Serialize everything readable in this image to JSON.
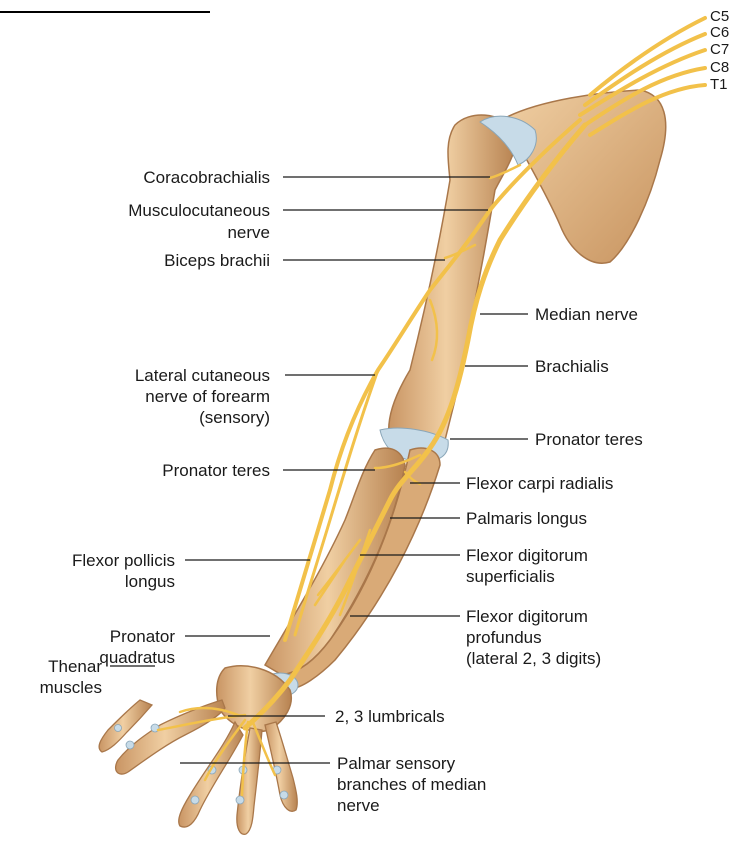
{
  "roots": [
    "C5",
    "C6",
    "C7",
    "C8",
    "T1"
  ],
  "labels": {
    "coracobrachialis": "Coracobrachialis",
    "musculocutaneous_1": "Musculocutaneous",
    "musculocutaneous_2": "nerve",
    "biceps": "Biceps brachii",
    "median": "Median nerve",
    "lateral_1": "Lateral cutaneous",
    "lateral_2": "nerve of forearm",
    "lateral_3": "(sensory)",
    "brachialis": "Brachialis",
    "pronator_teres_right": "Pronator teres",
    "pronator_teres_left": "Pronator teres",
    "flexor_carpi": "Flexor carpi radialis",
    "palmaris": "Palmaris longus",
    "fpl_1": "Flexor pollicis",
    "fpl_2": "longus",
    "fds_1": "Flexor digitorum",
    "fds_2": "superficialis",
    "pq_1": "Pronator",
    "pq_2": "quadratus",
    "fdp_1": "Flexor digitorum",
    "fdp_2": "profundus",
    "fdp_3": "(lateral 2, 3 digits)",
    "thenar_1": "Thenar",
    "thenar_2": "muscles",
    "lumbricals": "2, 3 lumbricals",
    "palmar_1": "Palmar sensory",
    "palmar_2": "branches of median",
    "palmar_3": "nerve"
  },
  "colors": {
    "nerve": "#f2c14a",
    "nerve_dark": "#d9a12a",
    "bone": "#e3b98a",
    "bone_dark": "#b98757",
    "joint": "#c7dbe8",
    "label": "#1a1a1a"
  }
}
